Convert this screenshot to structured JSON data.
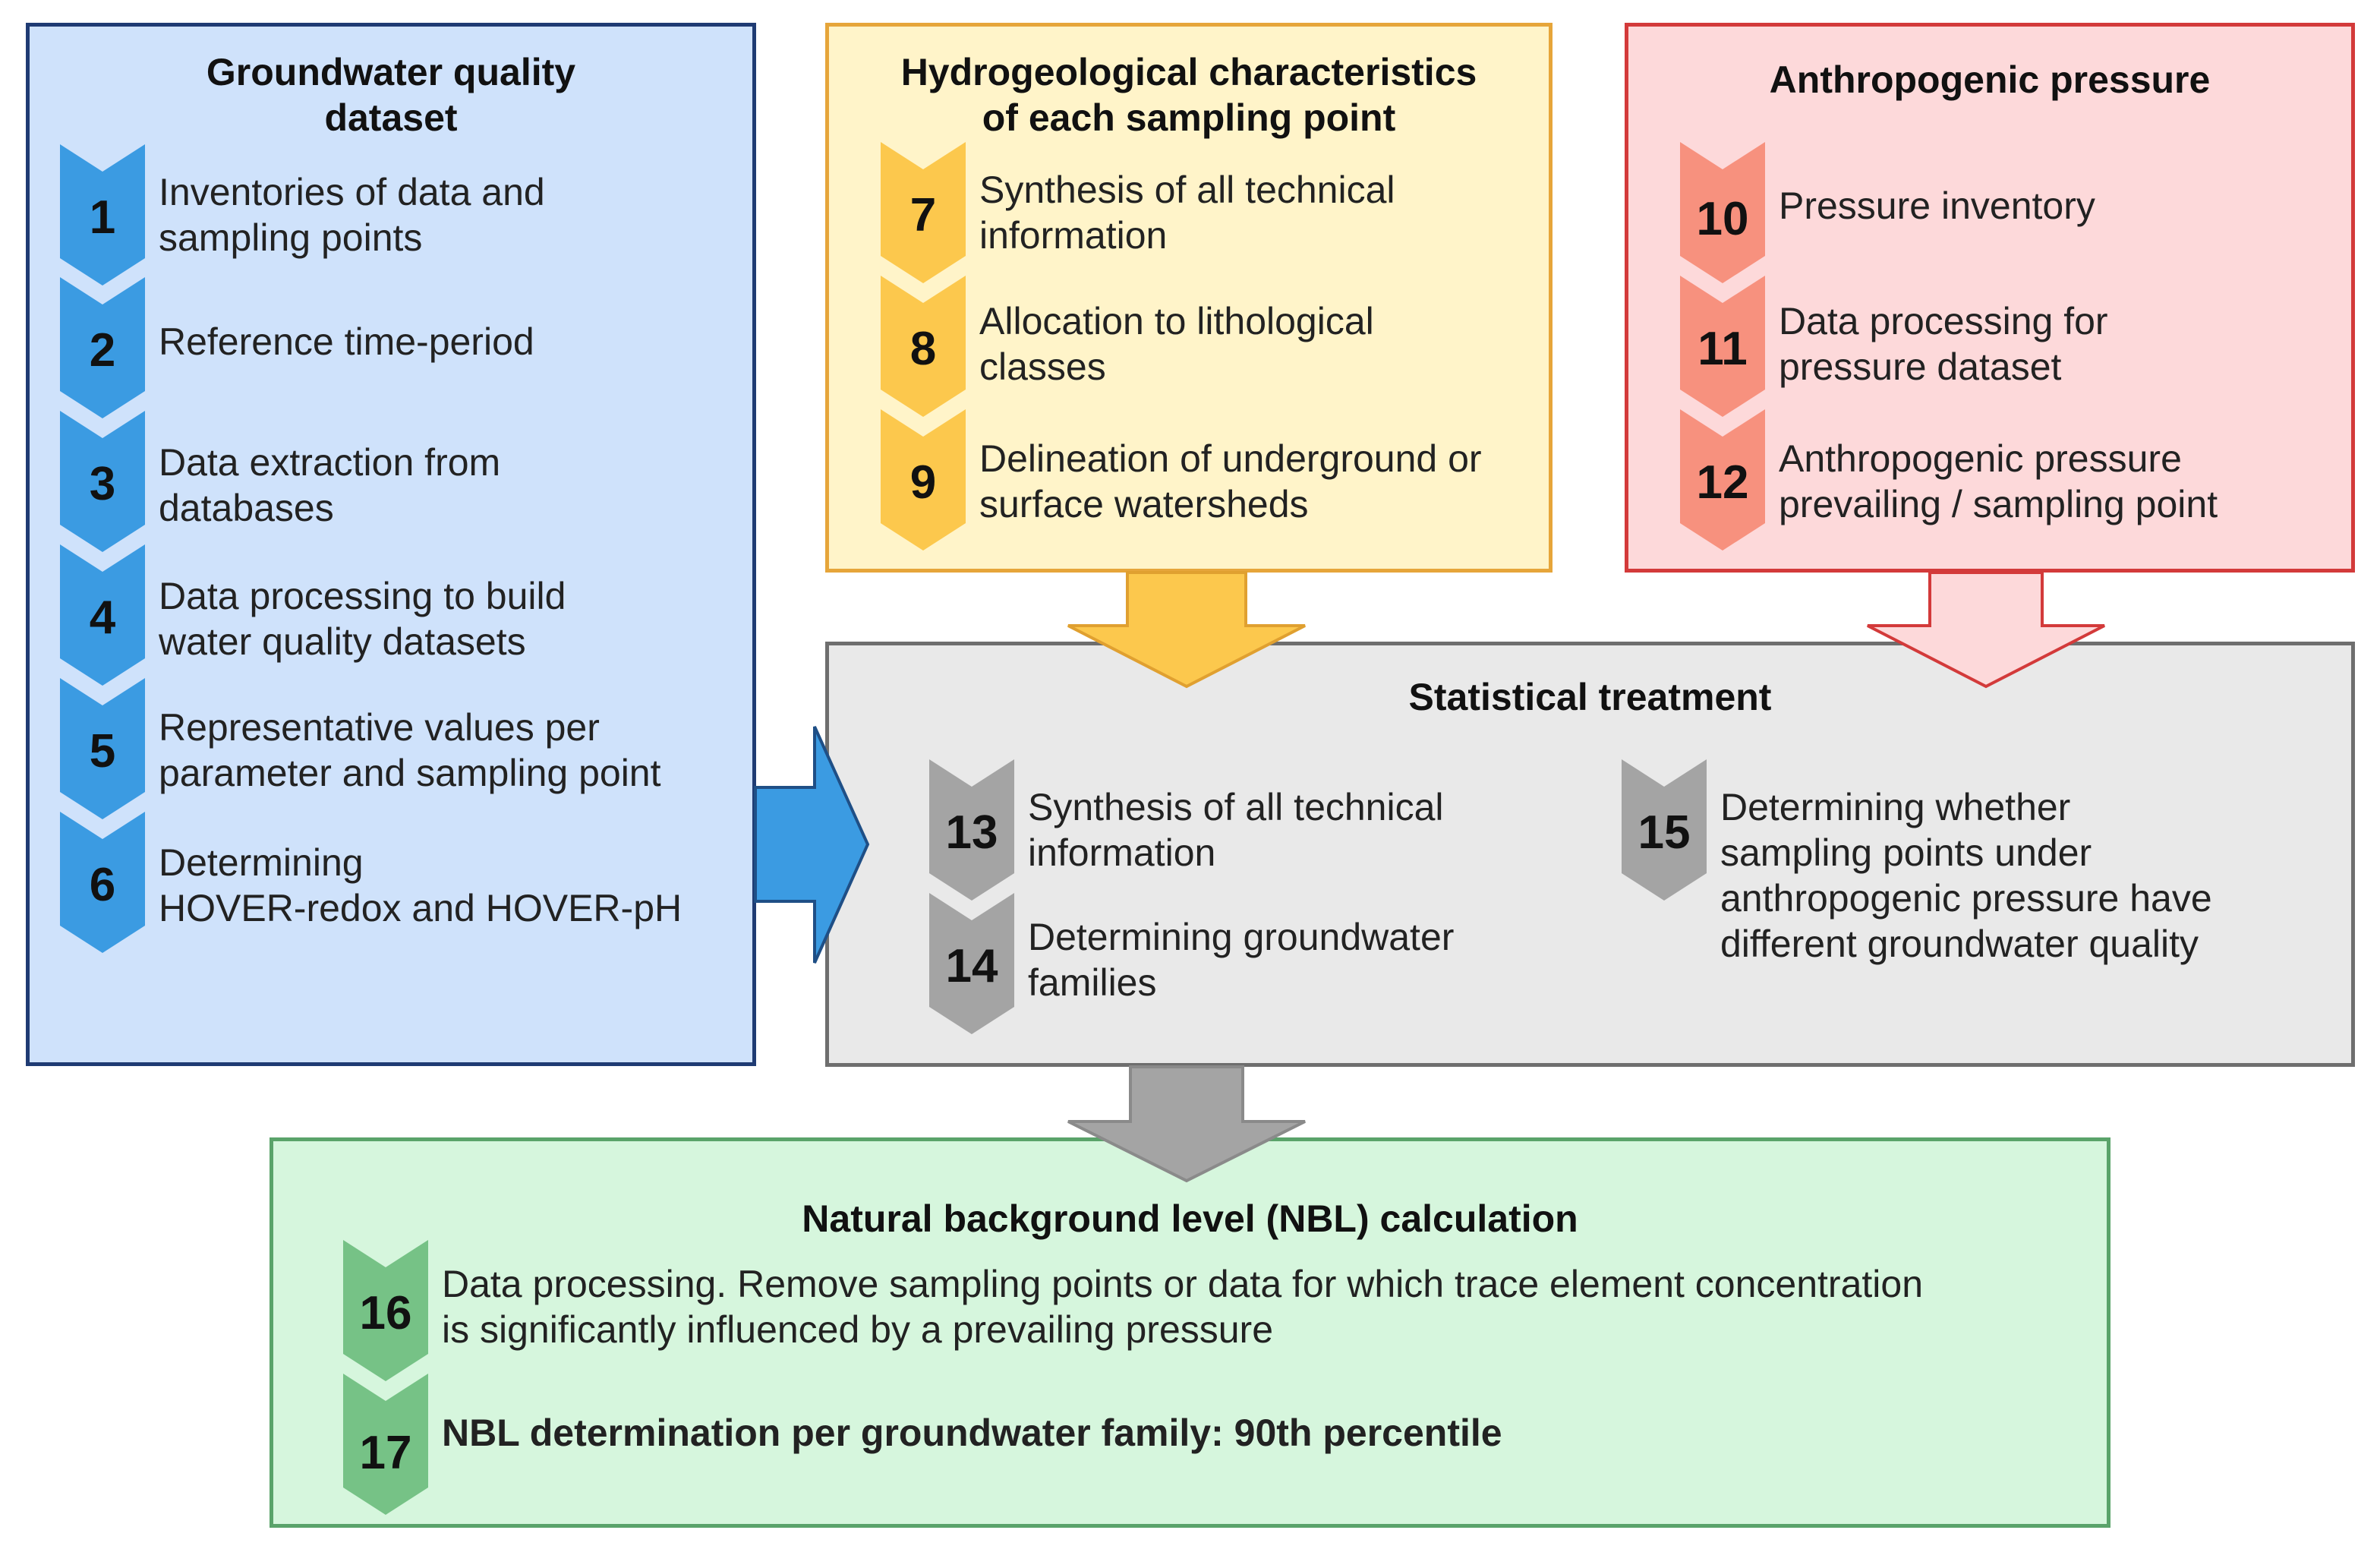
{
  "colors": {
    "blue_fill": "#cfe2fb",
    "blue_border": "#1f3b73",
    "blue_chevron": "#3b9be2",
    "blue_arrow": "#3b9be2",
    "yellow_fill": "#fff4c9",
    "yellow_border": "#e6a53a",
    "yellow_chevron": "#fcc84d",
    "red_fill": "#fdd9da",
    "red_border": "#d33a3a",
    "red_chevron": "#f7917e",
    "gray_fill": "#e9e9e9",
    "gray_border": "#6e6e6e",
    "gray_chevron": "#a4a4a4",
    "green_fill": "#d6f6dd",
    "green_border": "#5aa36a",
    "green_chevron": "#76c286"
  },
  "boxes": {
    "groundwater": {
      "title": "Groundwater quality\ndataset",
      "steps": [
        {
          "num": "1",
          "text": "Inventories of data and\nsampling points"
        },
        {
          "num": "2",
          "text": "Reference time-period"
        },
        {
          "num": "3",
          "text": "Data extraction from\ndatabases"
        },
        {
          "num": "4",
          "text": "Data processing to build\nwater quality datasets"
        },
        {
          "num": "5",
          "text": "Representative values per\nparameter and sampling point"
        },
        {
          "num": "6",
          "text": "Determining\nHOVER-redox and HOVER-pH"
        }
      ]
    },
    "hydro": {
      "title": "Hydrogeological characteristics\nof each sampling point",
      "steps": [
        {
          "num": "7",
          "text": "Synthesis of all technical\ninformation"
        },
        {
          "num": "8",
          "text": "Allocation to lithological\nclasses"
        },
        {
          "num": "9",
          "text": "Delineation of underground or\nsurface watersheds"
        }
      ]
    },
    "anthro": {
      "title": "Anthropogenic pressure",
      "steps": [
        {
          "num": "10",
          "text": "Pressure inventory"
        },
        {
          "num": "11",
          "text": "Data processing for\npressure dataset"
        },
        {
          "num": "12",
          "text": "Anthropogenic pressure\nprevailing / sampling point"
        }
      ]
    },
    "stats": {
      "title": "Statistical treatment",
      "steps": [
        {
          "num": "13",
          "text": "Synthesis of all technical\ninformation"
        },
        {
          "num": "14",
          "text": "Determining groundwater\nfamilies"
        },
        {
          "num": "15",
          "text": "Determining whether\nsampling points under\nanthropogenic pressure have\ndifferent groundwater quality"
        }
      ]
    },
    "nbl": {
      "title": "Natural background level (NBL) calculation",
      "steps": [
        {
          "num": "16",
          "text": "Data processing. Remove sampling points or data for which trace element concentration\nis significantly influenced by a prevailing pressure"
        },
        {
          "num": "17",
          "text": "NBL determination per groundwater family: 90th percentile"
        }
      ]
    }
  }
}
